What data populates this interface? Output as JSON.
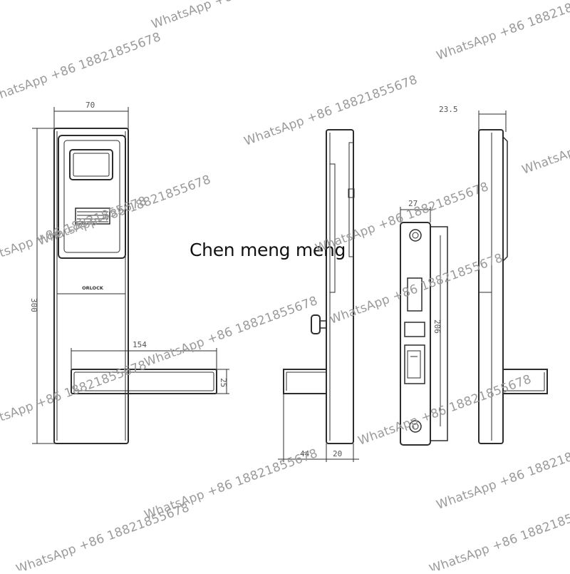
{
  "caption": "Chen meng meng",
  "brand_label": "ORLOCK",
  "watermark_text": "WhatsApp +86 18821855678",
  "dimensions": {
    "width_70": "70",
    "height_300": "300",
    "handle_154": "154",
    "handle_25": "25",
    "depth_44": "44",
    "depth_20": "20",
    "thickness_23_5": "23.5",
    "mortise_27": "27",
    "mortise_206": "206"
  },
  "colors": {
    "line": "#2d2d2d",
    "watermark": "#9a9a9a",
    "text": "#111111"
  }
}
